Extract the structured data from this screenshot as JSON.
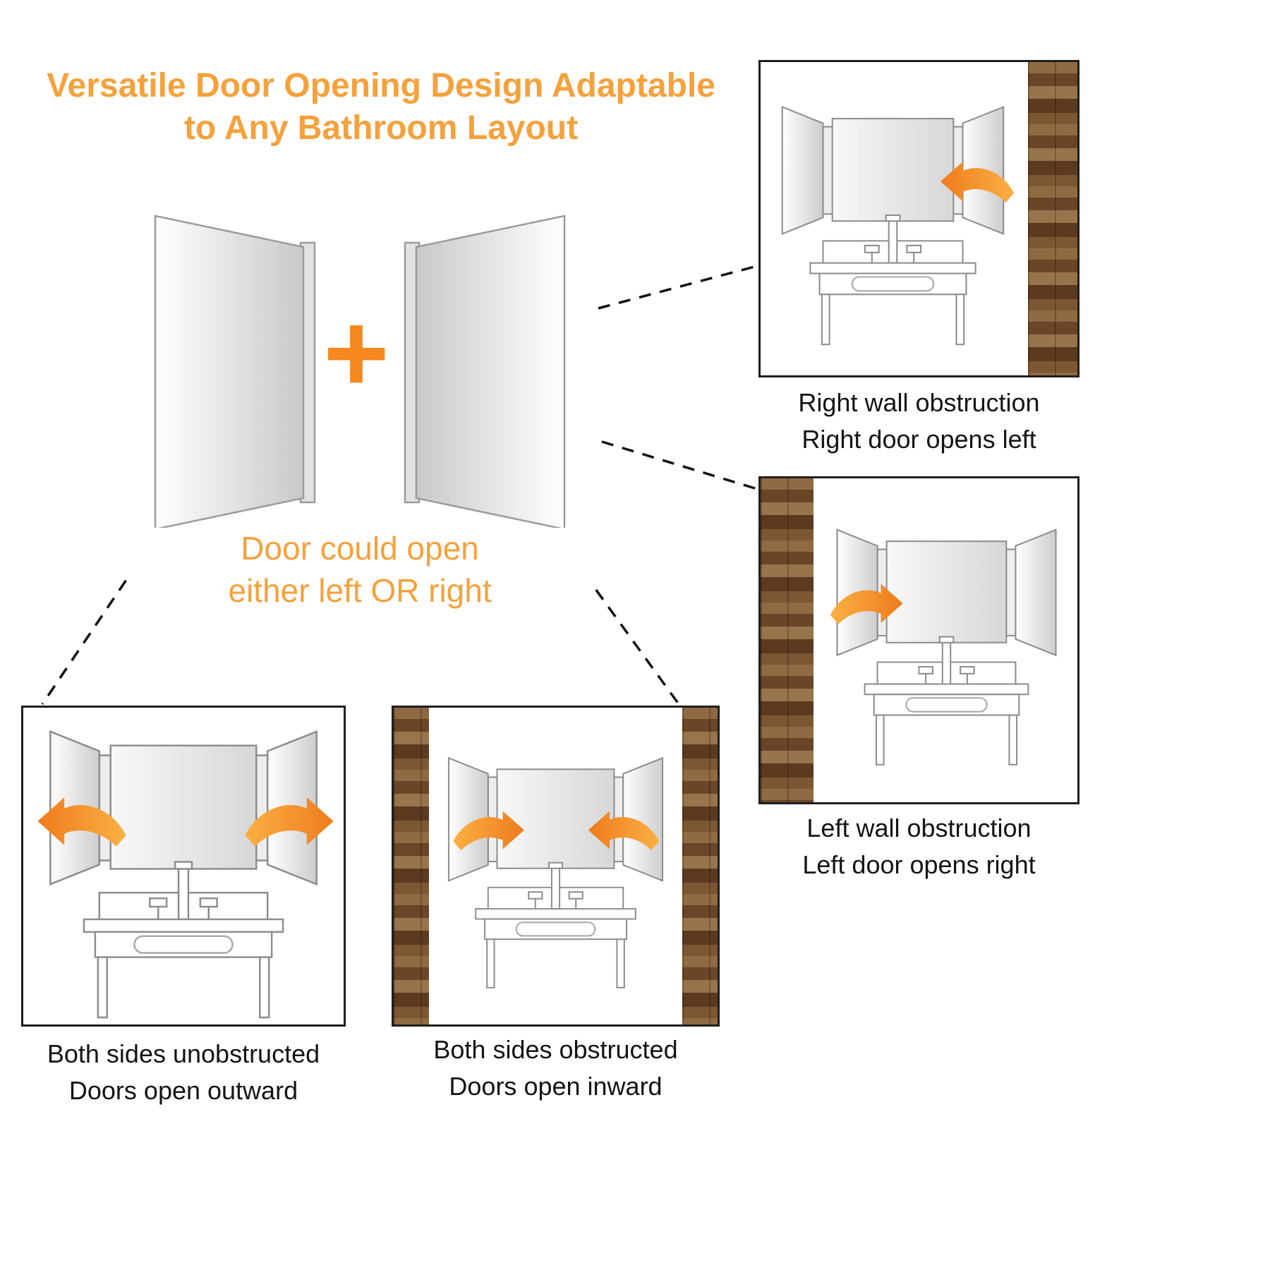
{
  "title": {
    "line1": "Versatile Door Opening Design Adaptable",
    "line2": "to Any Bathroom Layout"
  },
  "center_diagram": {
    "plus_symbol": "+",
    "caption_line1": "Door could open",
    "caption_line2": "either left OR right"
  },
  "panels": {
    "top_right": {
      "caption_line1": "Right wall obstruction",
      "caption_line2": "Right door opens left"
    },
    "middle_right": {
      "caption_line1": "Left wall obstruction",
      "caption_line2": "Left door opens right"
    },
    "bottom_left": {
      "caption_line1": "Both sides unobstructed",
      "caption_line2": "Doors open outward"
    },
    "bottom_center": {
      "caption_line1": "Both sides obstructed",
      "caption_line2": "Doors open inward"
    }
  },
  "colors": {
    "accent_orange": "#F5A13C",
    "arrow_gradient_start": "#FBB043",
    "arrow_gradient_end": "#EE7C1C",
    "caption_text": "#141414"
  }
}
